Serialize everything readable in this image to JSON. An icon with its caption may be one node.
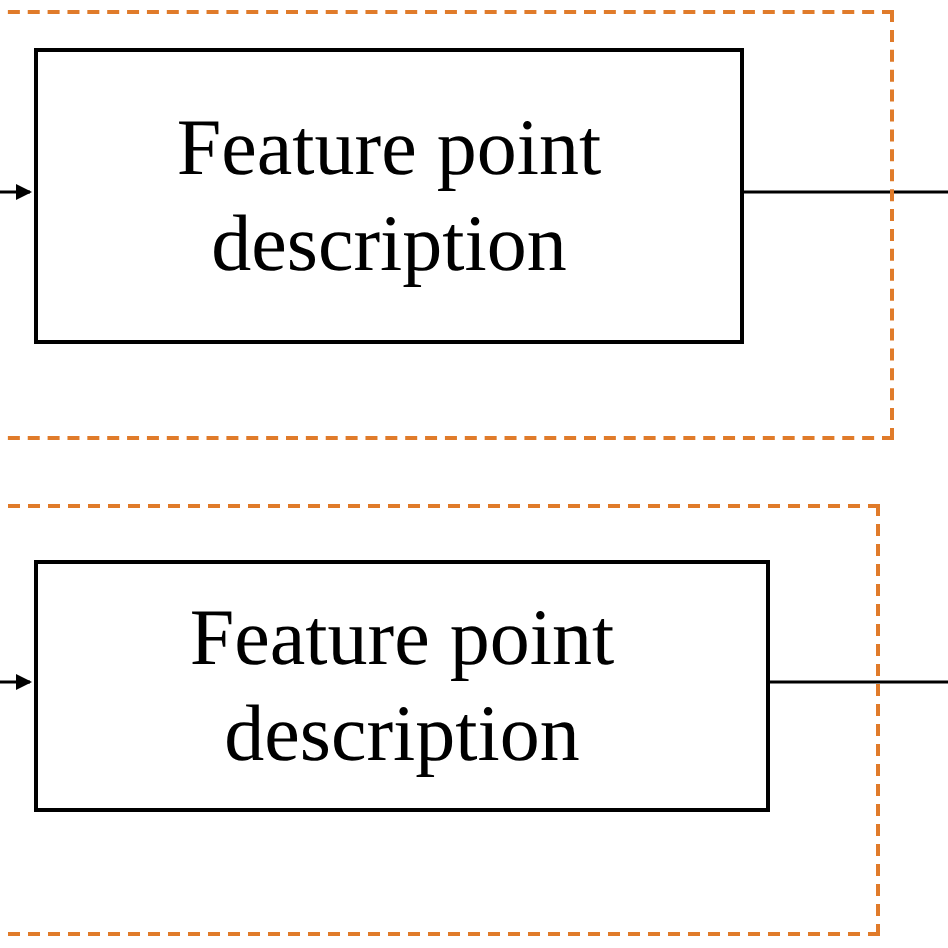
{
  "diagram": {
    "nodes": [
      {
        "text": [],
        "shape": "box"
      },
      {
        "text": [
          "Feature point description"
        ],
        "in": 0
      },
      {
        "text": [],
        "shape": "box"
      },
      {
        "text": [
          "Feature point description"
        ],
        "in": 2
      }
    ],
    "edges": [
      {
        "from": null,
        "to": 1,
        "arrow": "to"
      },
      {
        "from": 1,
        "to": null,
        "arrow": "none"
      },
      {
        "from": null,
        "to": 3,
        "arrow": "to"
      },
      {
        "from": 3,
        "to": null,
        "arrow": "none"
      }
    ]
  }
}
